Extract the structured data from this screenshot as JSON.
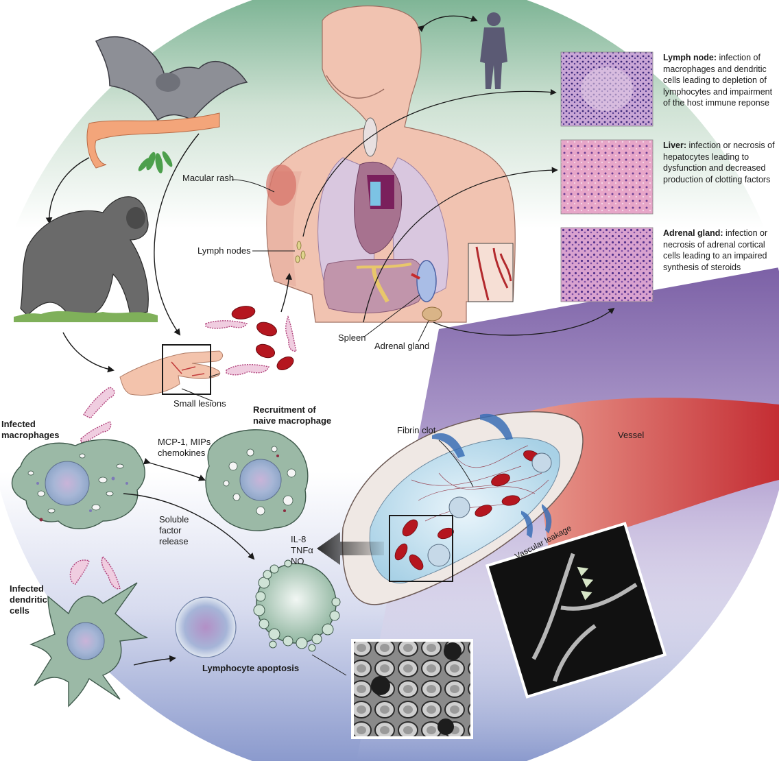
{
  "labels": {
    "macular_rash": "Macular rash",
    "lymph_nodes": "Lymph nodes",
    "spleen": "Spleen",
    "adrenal_gland": "Adrenal gland",
    "small_lesions": "Small lesions",
    "infected_macrophages": [
      "Infected",
      "macrophages"
    ],
    "recruitment": [
      "Recruitment of",
      "naive macrophage"
    ],
    "chemokines": [
      "MCP-1, MIPs",
      "chemokines"
    ],
    "soluble_factor": [
      "Soluble",
      "factor",
      "release"
    ],
    "infected_dendritic": [
      "Infected",
      "dendritic",
      "cells"
    ],
    "lymphocyte_apoptosis": "Lymphocyte apoptosis",
    "mediators": [
      "IL-8",
      "TNFα",
      "NO"
    ],
    "fibrin_clot": "Fibrin clot",
    "vessel": "Vessel",
    "vascular_leakage": "Vascular leakage"
  },
  "panels": {
    "lymph_node": {
      "title": "Lymph node:",
      "text": " infection of macrophages and dendritic cells leading to depletion of lymphocytes and impairment of the host immune reponse"
    },
    "liver": {
      "title": "Liver:",
      "text": " infection or necrosis of hepatocytes leading to dysfunction and decreased production of clotting factors"
    },
    "adrenal": {
      "title": "Adrenal gland:",
      "text": " infection or necrosis of adrenal cortical cells leading to an impaired synthesis of steroids"
    }
  },
  "colors": {
    "background_top": "#8fb9a0",
    "background_bottom": "#8e9ccf",
    "purple_band": "#7d63a8",
    "skin": "#f1c3b1",
    "vessel_red": "#c73a3a",
    "rbc": "#b5161f",
    "macrophage": "#9bb9a6",
    "histology_pink": "#d88fb6",
    "histology_purple": "#5a3d8a"
  }
}
